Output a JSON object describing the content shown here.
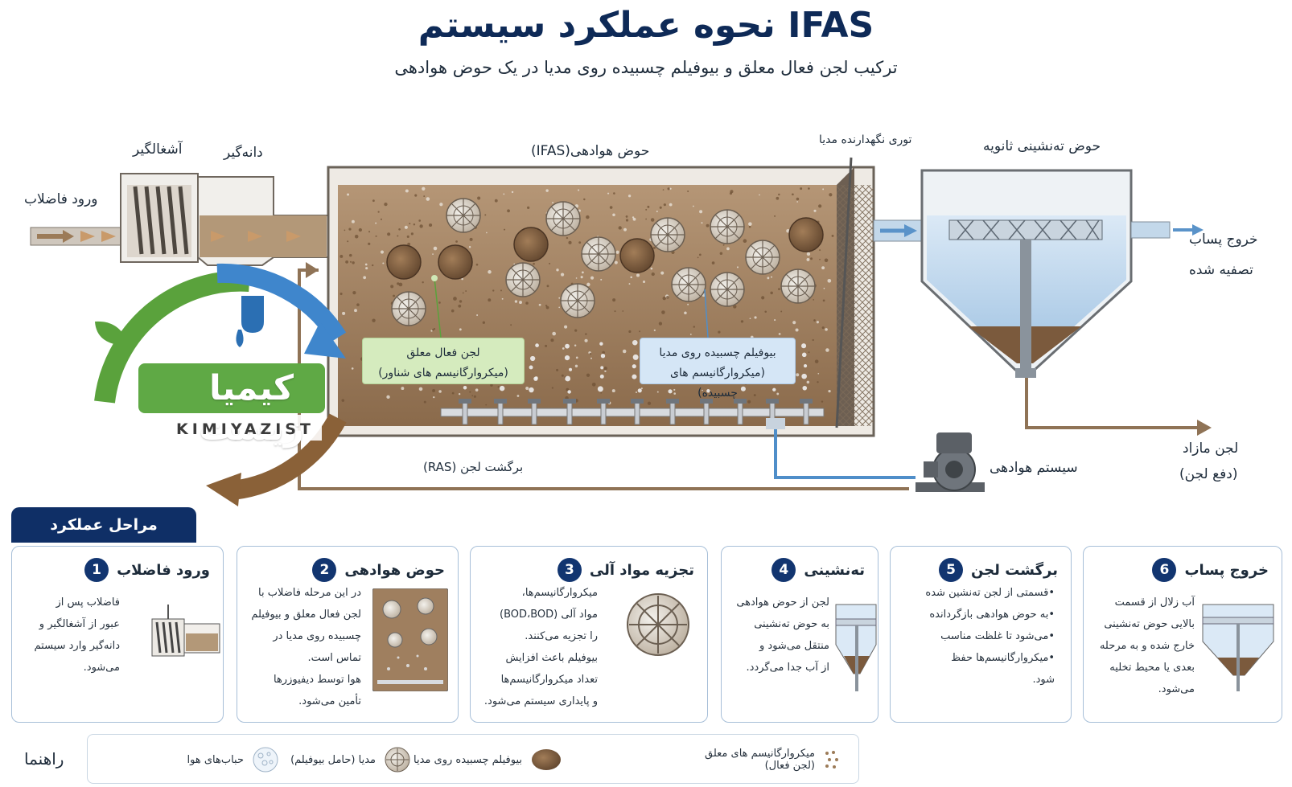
{
  "header": {
    "title": "نحوه عملکرد سیستم IFAS",
    "subtitle": "ترکیب لجن فعال معلق و بیوفیلم چسبیده روی مدیا در یک حوض هوادهی"
  },
  "diagram": {
    "inlet_label": "ورود فاضلاب",
    "screen_label": "آشغالگیر",
    "grit_label": "دانه‌گیر",
    "tank_label": "حوض هوادهی(IFAS)",
    "media_screen_label": "توری نگهدارنده مدیا",
    "clarifier_label": "حوض ته‌نشینی ثانویه",
    "effluent_label_1": "خروج پساب",
    "effluent_label_2": "تصفیه شده",
    "suspended_callout_1": "لجن فعال معلق",
    "suspended_callout_2": "(میکروارگانیسم های شناور)",
    "biofilm_callout_1": "بیوفیلم چسبیده روی مدیا",
    "biofilm_callout_2": "(میکروارگانیسم های چسبیده)",
    "ras_label": "برگشت لجن (RAS)",
    "aeration_label": "سیستم هوادهی",
    "waste_label_1": "لجن مازاد",
    "waste_label_2": "(دفع لجن)"
  },
  "brand": {
    "name_fa": "کیمیا زیست",
    "name_en": "KIMIYAZIST"
  },
  "colors": {
    "navy": "#0f2f66",
    "sludge": "#9c7b58",
    "water": "#b8d3ea",
    "pipe": "#8f7356",
    "air_pipe": "#4f8ec9",
    "green": "#5aa23c"
  },
  "steps": {
    "tab_label": "مراحل عملکرد",
    "items": [
      {
        "num": "1",
        "title": "ورود فاضلاب",
        "body": "فاضلاب پس از\nعبور از آشغالگیر و\nدانه‌گیر وارد سیستم\nمی‌شود."
      },
      {
        "num": "2",
        "title": "حوض هوادهی",
        "body": "در این مرحله فاضلاب با\nلجن فعال معلق و بیوفیلم\nچسبیده روی مدیا در\nتماس است.\nهوا توسط دیفیوزرها\nتأمین می‌شود."
      },
      {
        "num": "3",
        "title": "تجزیه مواد آلی",
        "body": "میکروارگانیسم‌ها،\nمواد آلی (BOD،BOD)\nرا تجزیه می‌کنند.\nبیوفیلم باعث افزایش\nتعداد میکروارگانیسم‌ها\nو پایداری سیستم می‌شود."
      },
      {
        "num": "4",
        "title": "ته‌نشینی",
        "body": "لجن از حوض هوادهی\nبه حوض ته‌نشینی\nمنتقل می‌شود و\nاز آب جدا می‌گردد."
      },
      {
        "num": "5",
        "title": "برگشت لجن",
        "body": "•قسمتی از لجن ته‌نشین شده\n•به حوض هوادهی بازگردانده\n•می‌شود تا غلظت مناسب\n•میکروارگانیسم‌ها حفظ\nشود."
      },
      {
        "num": "6",
        "title": "خروج پساب",
        "body": "آب زلال از قسمت\nبالایی حوض ته‌نشینی\nخارج شده و به مرحله\nبعدی یا محیط تخلیه\nمی‌شود."
      }
    ]
  },
  "legend": {
    "title": "راهنما",
    "items": [
      {
        "label_1": "میکروارگانیسم های معلق",
        "label_2": "(لجن فعال)",
        "icon": "suspended-dots-icon"
      },
      {
        "label_1": "بیوفیلم چسبیده روی مدیا",
        "label_2": "",
        "icon": "biofilm-icon"
      },
      {
        "label_1": "مدیا (حامل بیوفیلم)",
        "label_2": "",
        "icon": "media-icon"
      },
      {
        "label_1": "حباب‌های هوا",
        "label_2": "",
        "icon": "air-bubbles-icon"
      }
    ]
  }
}
